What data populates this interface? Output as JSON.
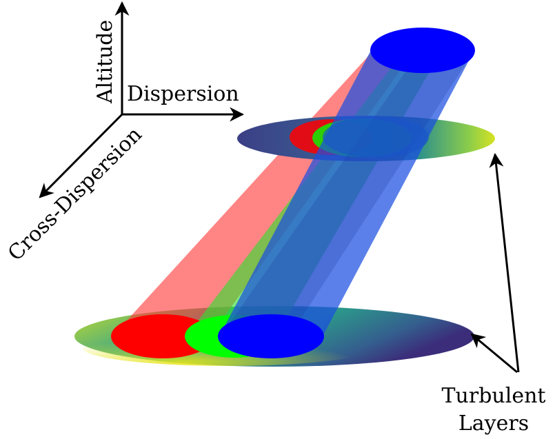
{
  "axes": {
    "altitude": "Altitude",
    "dispersion": "Dispersion",
    "cross_dispersion": "Cross-Dispersion"
  },
  "annotation": {
    "line1": "Turbulent",
    "line2": "Layers"
  },
  "colors": {
    "red": "#ff0000",
    "green": "#00ff00",
    "blue": "#0000ff",
    "layer_dark": "#3b2d7a",
    "layer_mid": "#21918c",
    "layer_light": "#d9e21a"
  }
}
